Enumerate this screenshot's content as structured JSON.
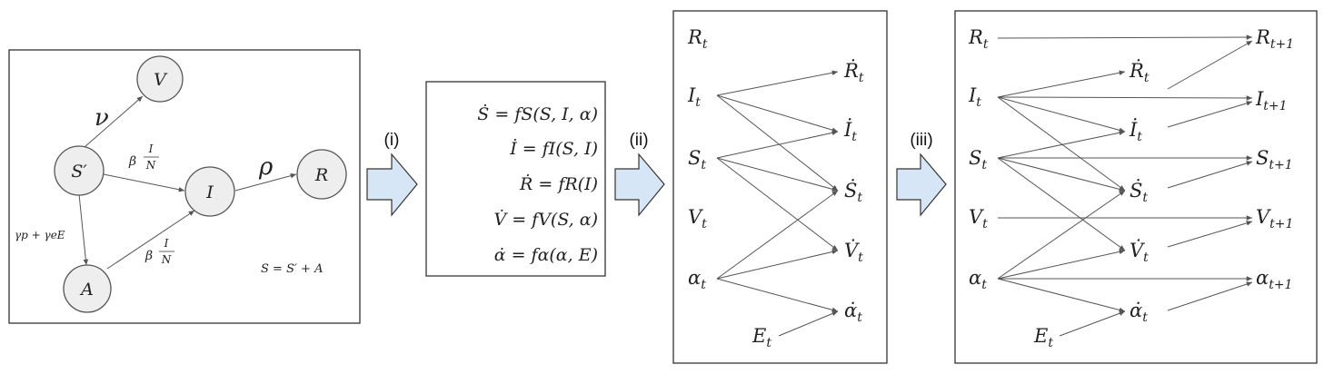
{
  "panel1": {
    "nodes": {
      "V": "V",
      "S_prime": "S′",
      "I": "I",
      "R": "R",
      "A": "A"
    },
    "edge_labels": {
      "nu": "ν",
      "rho": "ρ",
      "beta": "β",
      "frac_num": "I",
      "frac_den": "N",
      "gamma": "γp + γeE"
    },
    "note": "S = S′ + A"
  },
  "transitions": {
    "i": "(i)",
    "ii": "(ii)",
    "iii": "(iii)"
  },
  "panel2": {
    "equations": [
      "Ṡ = fS(S, I, α)",
      "İ = fI(S, I)",
      "Ṙ = fR(I)",
      "V̇ = fV(S, α)",
      "α̇ = fα(α, E)"
    ]
  },
  "panel3": {
    "left_nodes": [
      "Rt",
      "It",
      "St",
      "Vt",
      "αt",
      "Et"
    ],
    "right_nodes": [
      "Ṙt",
      "İt",
      "Ṡt",
      "V̇t",
      "α̇t"
    ]
  },
  "panel4": {
    "left_nodes": [
      "Rt",
      "It",
      "St",
      "Vt",
      "αt",
      "Et"
    ],
    "mid_nodes": [
      "Ṙt",
      "İt",
      "Ṡt",
      "V̇t",
      "α̇t"
    ],
    "right_nodes": [
      "Rt+1",
      "It+1",
      "St+1",
      "Vt+1",
      "αt+1"
    ]
  },
  "colors": {
    "node_fill": "#eeeeee",
    "block_arrow_fill": "#d6e6f6",
    "line": "#555555"
  }
}
